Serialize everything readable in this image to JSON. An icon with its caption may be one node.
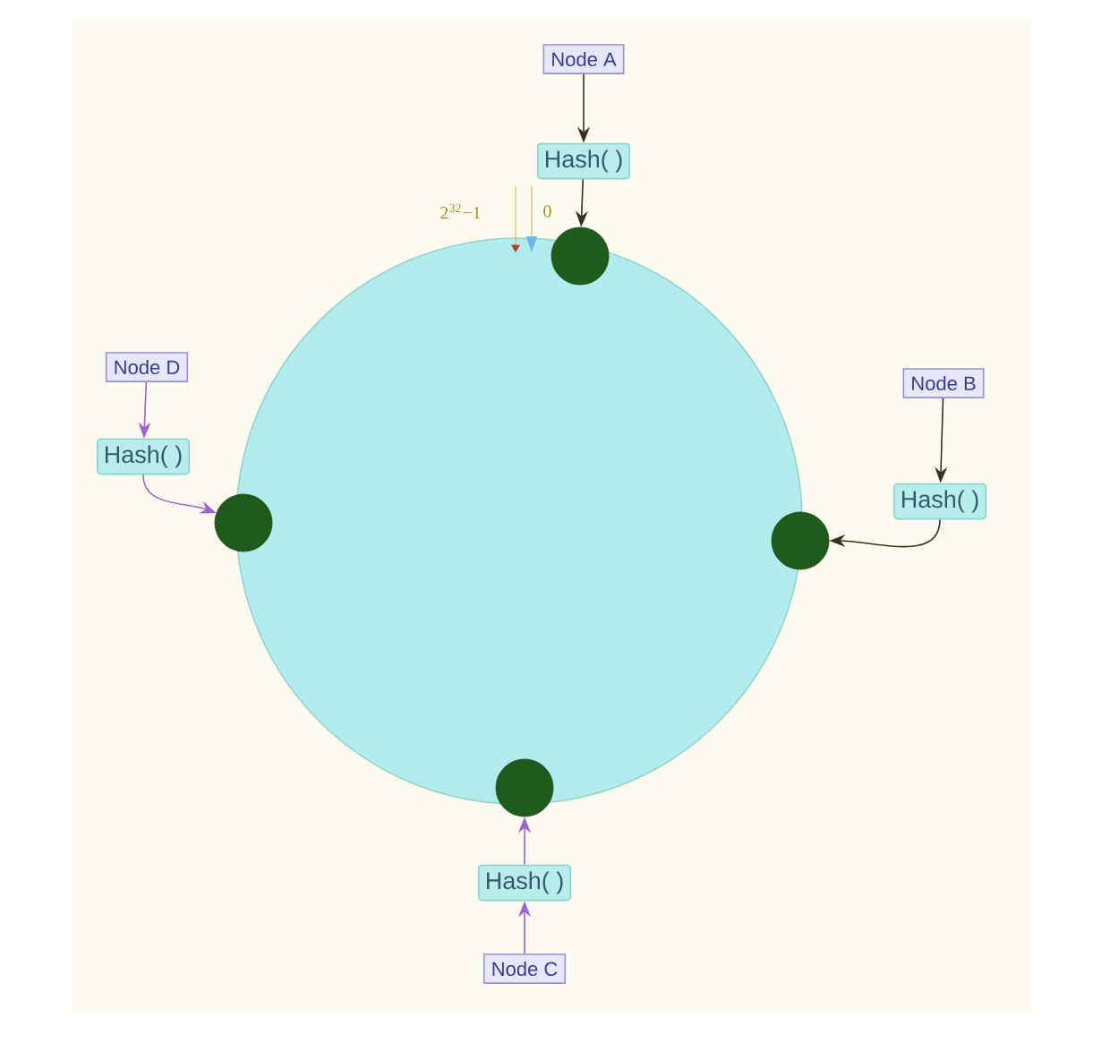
{
  "diagram": {
    "nodes": [
      {
        "text": [
          "Node A"
        ]
      },
      {
        "text": [
          "Hash( )"
        ]
      },
      {
        "text": [],
        "shape": "circle"
      },
      {
        "text": [
          "Node D"
        ]
      },
      {
        "text": [
          "Hash( )"
        ]
      },
      {
        "text": [],
        "shape": "circle"
      },
      {
        "text": [
          "Node B"
        ]
      },
      {
        "text": [
          "Hash( )"
        ]
      },
      {
        "text": [],
        "shape": "circle"
      },
      {
        "text": [
          "Node C"
        ]
      },
      {
        "text": [
          "Hash( )"
        ]
      },
      {
        "text": [],
        "shape": "circle"
      }
    ],
    "edges": [
      {
        "from": 0,
        "to": 1,
        "arrow": "to"
      },
      {
        "from": 1,
        "to": 2,
        "arrow": "to"
      },
      {
        "from": 3,
        "to": 4,
        "arrow": "to",
        "color": "#9b62d6"
      },
      {
        "from": 4,
        "to": 5,
        "arrow": "to",
        "color": "#9b62d6"
      },
      {
        "from": 6,
        "to": 7,
        "arrow": "to"
      },
      {
        "from": 7,
        "to": 8,
        "arrow": "to"
      },
      {
        "from": 9,
        "to": 10,
        "arrow": "to",
        "color": "#9b62d6"
      },
      {
        "from": 10,
        "to": 11,
        "arrow": "to",
        "color": "#9b62d6"
      }
    ],
    "labels": [
      "2$^{32}$−1",
      "0"
    ]
  }
}
